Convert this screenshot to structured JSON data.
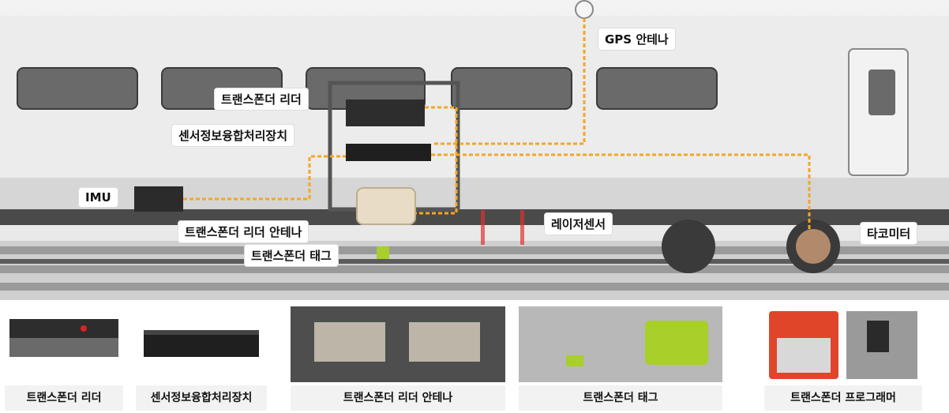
{
  "labels": {
    "gps": "GPS 안테나",
    "reader": "트랜스폰더 리더",
    "fusion": "센서정보융합처리장치",
    "imu": "IMU",
    "reader_antenna": "트랜스폰더 리더 안테나",
    "laser": "레이저센서",
    "tag": "트랜스폰더 태그",
    "tacho": "타코미터"
  },
  "captions": [
    "트랜스폰더 리더",
    "센서정보융합처리장치",
    "트랜스폰더 리더 안테나",
    "트랜스폰더 태그",
    "트랜스폰더 프로그래머"
  ],
  "colors": {
    "wire": "#f5a623",
    "train_body": "#ececec",
    "window": "#6a6a6a",
    "rail": "#7a7a7a",
    "laser": "#e03030",
    "tag": "#a8cf2a",
    "programmer_case": "#e0452a"
  }
}
